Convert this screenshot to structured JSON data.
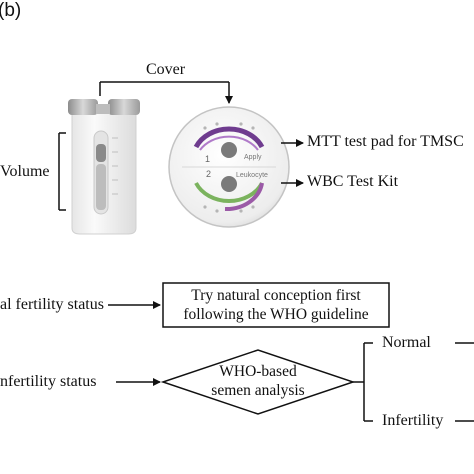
{
  "panel_label": "(b)",
  "cover_label": "Cover",
  "volume_label": "Volume",
  "device": {
    "top_number": "1",
    "top_word": "Apply",
    "bottom_number": "2",
    "bottom_word": "Leukocyte"
  },
  "arrows": {
    "mtt": "MTT test pad for TMSC",
    "wbc": "WBC Test Kit"
  },
  "flow": {
    "left_top": "al fertility status",
    "left_bottom": "nfertility status",
    "box_line1": "Try natural conception first",
    "box_line2": "following the WHO guideline",
    "diamond_line1": "WHO-based",
    "diamond_line2": "semen analysis",
    "normal": "Normal",
    "infertility": "Infertility"
  },
  "colors": {
    "line": "#111111",
    "cap": "#b8b8b8",
    "bottle": "#f2f2f2"
  }
}
